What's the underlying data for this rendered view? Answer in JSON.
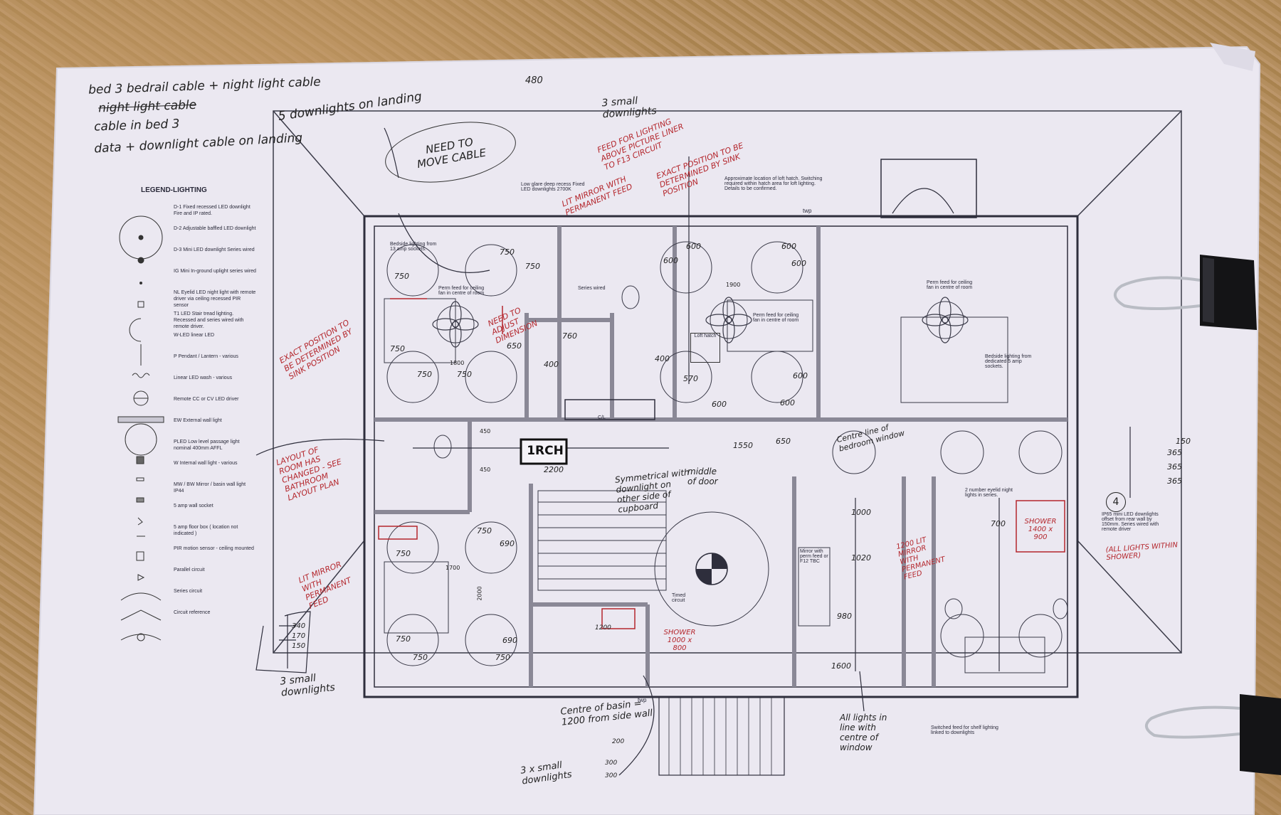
{
  "colors": {
    "paper": "#ece9f2",
    "ink": "#2a2a3a",
    "red": "#b4262c",
    "board": "#b08a5a"
  },
  "notes_top": {
    "line1": "bed 3 bedrail cable + night light cable",
    "line2": "night light cable",
    "line3": "cable in bed 3",
    "line4": "data + downlight cable on landing",
    "line5": "5 downlights on landing",
    "need_to_move": "NEED TO MOVE CABLE",
    "top_small": "3 small downlights",
    "dim_480": "480"
  },
  "legend": {
    "title": "LEGEND-LIGHTING",
    "items": [
      "D-1 Fixed recessed LED downlight Fire and IP rated.",
      "D-2 Adjustable baffled LED downlight",
      "D-3 Mini LED downlight Series wired",
      "IG Mini In-ground uplight series wired",
      "NL Eyelid LED night light with remote driver via ceiling recessed PIR sensor",
      "T1 LED Stair tread lighting. Recessed and series wired with remote driver.",
      "W-LED linear LED",
      "P Pendant / Lantern - various",
      "Linear LED wash - various",
      "Remote CC or CV LED driver",
      "EW External wall light",
      "PLED Low level passage light nominal 400mm AFFL",
      "W Internal wall light - various",
      "MW / BW Mirror / basin wall light IP44",
      "5 amp wall socket",
      "5 amp floor box ( location not indicated )",
      "PIR motion sensor - ceiling mounted",
      "Parallel circuit",
      "Series circuit",
      "Circuit reference"
    ]
  },
  "annotations": {
    "low_glare": "Low glare deep recess Fixed LED downlights 2700K",
    "loft_hatch_note": "Approximate location of loft hatch. Switching required within hatch area for loft lighting. Details to be confirmed.",
    "lit_mirror": "LIT MIRROR WITH PERMANENT FEED",
    "feed_lighting": "FEED FOR LIGHTING ABOVE PICTURE LINER TO F13 CIRCUIT",
    "exact_sink": "EXACT POSITION TO BE DETERMINED BY SINK POSITION",
    "exact_sink_left": "EXACT POSITION TO BE DETERMINED BY SINK POSITION",
    "need_adjust": "NEED TO ADJUST DIMENSION",
    "bedside_left": "Bedside lighting from 13 amp sockets.",
    "perm_feed_1": "Perm feed for ceiling fan in centre of room",
    "perm_feed_2": "Perm feed for ceiling fan in centre of room",
    "perm_feed_3": "Perm feed for ceiling fan in centre of room",
    "bedside_right": "Bedside lighting from dedicated 5 amp sockets.",
    "layout_changed": "LAYOUT OF ROOM HAS CHANGED - SEE BATHROOM LAYOUT PLAN",
    "lit_mirror_2": "LIT MIRROR WITH PERMANENT FEED",
    "lit_mirror_3": "1200 LIT MIRROR WITH PERMANENT FEED",
    "shower_1": "SHOWER 1000 x 800",
    "shower_2": "SHOWER 1400 x 900",
    "symmetrical": "Symmetrical with downlight on other side of cupboard",
    "middle_door": "middle of door",
    "centre_line": "Centre line of bedroom window",
    "eyelid": "2 number eyelid night lights in series.",
    "ip65": "IP65 mini LED downlights offset from rear wall by 150mm. Series wired with remote driver",
    "all_lights_shower": "(ALL LIGHTS WITHIN SHOWER)",
    "mirror_perm": "Mirror with perm feed or F12 TBC",
    "all_lights_line": "All lights in line with centre of window",
    "switched_feed": "Switched feed for shelf lighting linked to downlights",
    "centre_basin": "Centre of basin = 1200 from side wall",
    "three_small_bottom": "3 x small downlights",
    "three_small_left": "3 small downlights",
    "timed": "Timed circuit",
    "loft_hatch": "Loft hatch",
    "series_wired": "Series wired",
    "cupboard": "C/L",
    "box_label": "1RCH",
    "twp": "twp"
  },
  "dims": {
    "d750": "750",
    "d600": "600",
    "d1800": "1800",
    "d1700": "1700",
    "d1900": "1900",
    "d2200": "2200",
    "d1550": "1550",
    "d1000": "1000",
    "d1020": "1020",
    "d980": "980",
    "d1600": "1600",
    "d700": "700",
    "d650": "650",
    "d400": "400",
    "d760": "760",
    "d450": "450",
    "d570": "570",
    "d690": "690",
    "d2000": "2000",
    "d150": "150",
    "d365": "365",
    "d340": "340",
    "d170": "170",
    "d300": "300",
    "d200": "200",
    "d1200": "1200"
  }
}
